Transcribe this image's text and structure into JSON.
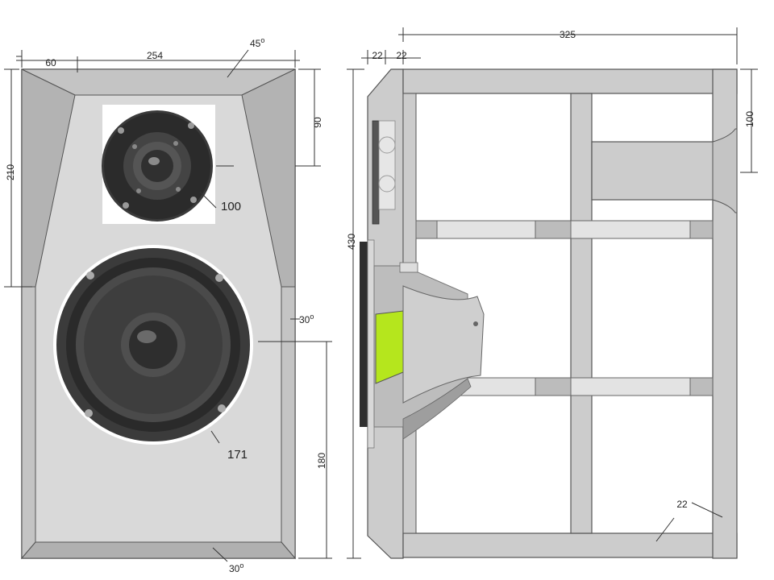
{
  "front_view": {
    "width_label": "254",
    "bevel_width_label": "60",
    "top_angle_label": "45",
    "height_label": "210",
    "right_height_label": "90",
    "tweeter_label": "100",
    "woofer_label": "171",
    "side_angle_label": "30",
    "lower_height_label": "180",
    "bottom_angle_label": "30",
    "degree_mark": "o"
  },
  "side_view": {
    "depth_label": "325",
    "baffle_label_1": "22",
    "baffle_label_2": "22",
    "height_label": "430",
    "port_label": "100",
    "panel_label": "22"
  },
  "colors": {
    "baffle_face": "#d9d9d9",
    "bevel_face": "#b8b8b8",
    "panel": "#cccccc",
    "driver_dark": "#2f2f2f",
    "magnet_accent": "#b5e61d"
  }
}
